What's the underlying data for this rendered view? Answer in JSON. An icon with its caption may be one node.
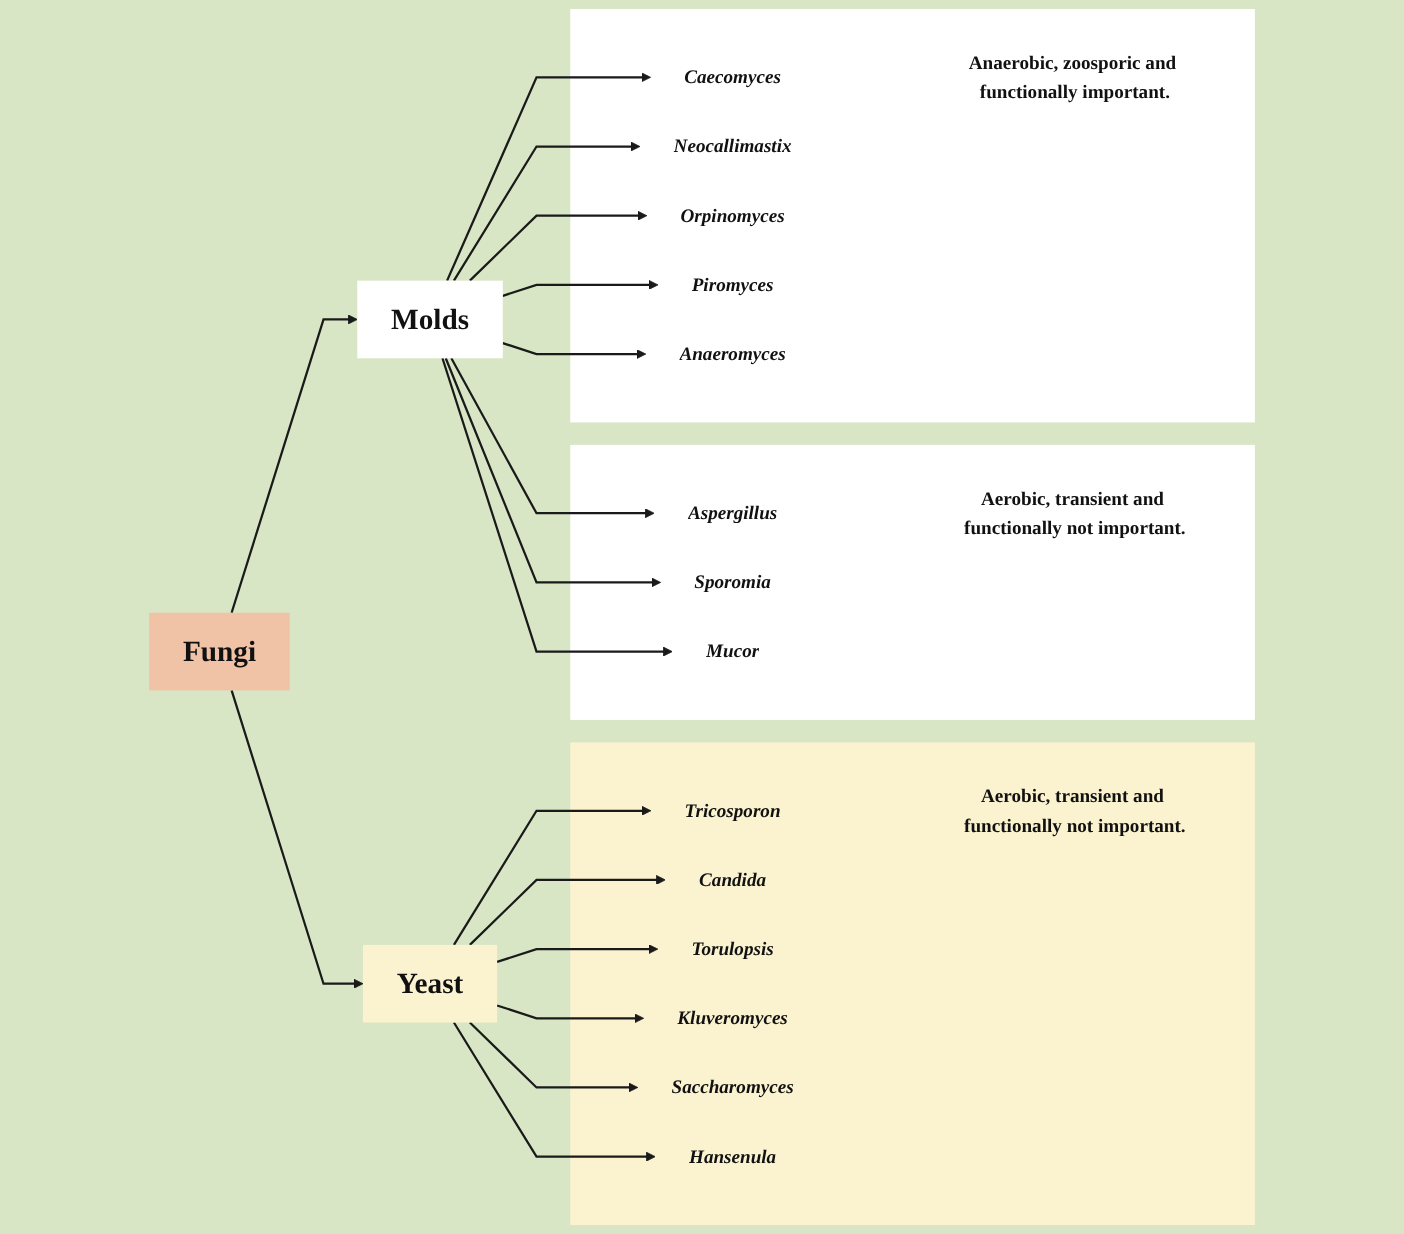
{
  "diagram": {
    "nodes": [
      {
        "text": [
          "Yeast"
        ]
      },
      {
        "text": [],
        "shape": "box",
        "beside": [
          "Aerobic, transient and functionally not important."
        ]
      },
      {
        "text": [
          "Tricosporon"
        ],
        "in": 1
      },
      {
        "text": [
          "Candida"
        ],
        "in": 1
      },
      {
        "text": [
          "Torulopsis"
        ],
        "in": 1
      },
      {
        "text": [
          "Kluveromyces"
        ],
        "in": 1
      },
      {
        "text": [
          "Saccharomyces"
        ],
        "in": 1
      },
      {
        "text": [
          "Hansenula"
        ],
        "in": 1
      },
      {
        "text": [
          "Fungi"
        ]
      },
      {
        "text": [
          "Molds"
        ]
      },
      {
        "text": [],
        "shape": "box",
        "beside": [
          "Aerobic, transient and functionally not important."
        ]
      },
      {
        "text": [
          "Aspergillus"
        ],
        "in": 10
      },
      {
        "text": [
          "Sporomia"
        ],
        "in": 10
      },
      {
        "text": [
          "Mucor"
        ],
        "in": 10
      },
      {
        "text": [],
        "shape": "box",
        "beside": [
          "Anaerobic, zoosporic and functionally important."
        ]
      },
      {
        "text": [
          "Caecomyces"
        ],
        "in": 14
      },
      {
        "text": [
          "Neocallimastix"
        ],
        "in": 14
      },
      {
        "text": [
          "Orpinomyces"
        ],
        "in": 14
      },
      {
        "text": [
          "Piromyces"
        ],
        "in": 14
      },
      {
        "text": [
          "Anaeromyces"
        ],
        "in": 14
      }
    ],
    "edges": [
      {
        "from": 8,
        "to": 0,
        "arrow": "to"
      },
      {
        "from": 8,
        "to": 9,
        "arrow": "to"
      },
      {
        "from": 0,
        "to": 2,
        "arrow": "to"
      },
      {
        "from": 0,
        "to": 3,
        "arrow": "to"
      },
      {
        "from": 0,
        "to": 4,
        "arrow": "to"
      },
      {
        "from": 0,
        "to": 5,
        "arrow": "to"
      },
      {
        "from": 0,
        "to": 6,
        "arrow": "to"
      },
      {
        "from": 0,
        "to": 7,
        "arrow": "to"
      },
      {
        "from": 9,
        "to": 11,
        "arrow": "to"
      },
      {
        "from": 9,
        "to": 12,
        "arrow": "to"
      },
      {
        "from": 9,
        "to": 13,
        "arrow": "to"
      },
      {
        "from": 9,
        "to": 15,
        "arrow": "to"
      },
      {
        "from": 9,
        "to": 16,
        "arrow": "to"
      },
      {
        "from": 9,
        "to": 17,
        "arrow": "to"
      },
      {
        "from": 9,
        "to": 18,
        "arrow": "to"
      },
      {
        "from": 9,
        "to": 19,
        "arrow": "to"
      }
    ]
  }
}
